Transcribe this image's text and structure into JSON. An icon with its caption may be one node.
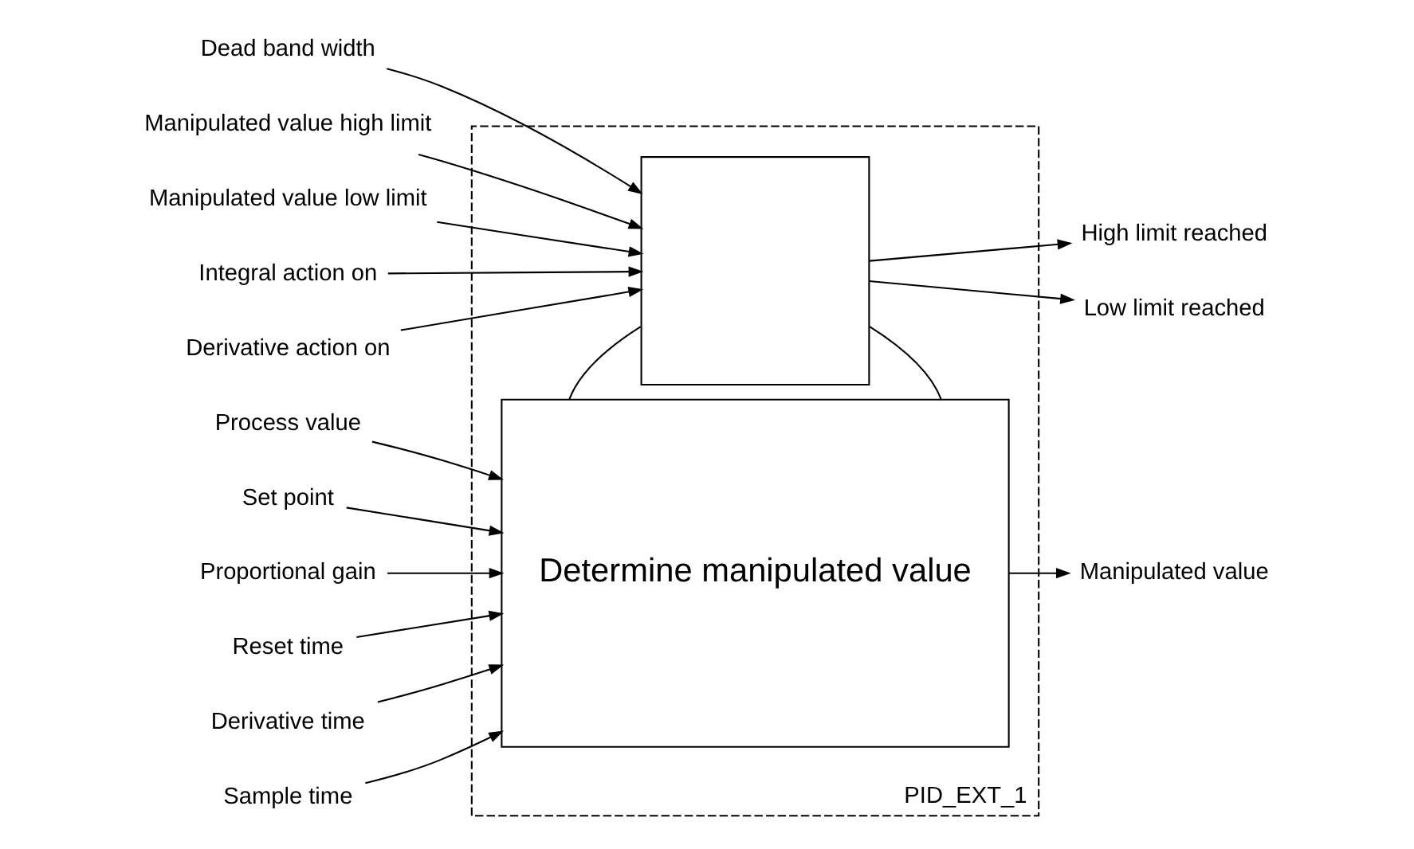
{
  "diagram": {
    "nodes": [
      {
        "text": [
          "PID_EXT_1"
        ]
      },
      {
        "text": [],
        "shape": "box",
        "in": 0
      },
      {
        "text": [
          "Determine manipulated value"
        ],
        "in": 0
      },
      {
        "text": [
          "Dead band width"
        ]
      },
      {
        "text": [
          "Manipulated value high limit"
        ]
      },
      {
        "text": [
          "Manipulated value low limit"
        ]
      },
      {
        "text": [
          "Integral action on"
        ]
      },
      {
        "text": [
          "Derivative action on"
        ]
      },
      {
        "text": [
          "Process value"
        ]
      },
      {
        "text": [
          "Set point"
        ]
      },
      {
        "text": [
          "Proportional gain"
        ]
      },
      {
        "text": [
          "Reset time"
        ]
      },
      {
        "text": [
          "Derivative time"
        ]
      },
      {
        "text": [
          "Sample time"
        ]
      },
      {
        "text": [
          "High limit reached"
        ]
      },
      {
        "text": [
          "Low limit reached"
        ]
      },
      {
        "text": [
          "Manipulated value"
        ]
      }
    ],
    "edges": [
      {
        "from": 3,
        "to": 1,
        "arrow": "to"
      },
      {
        "from": 4,
        "to": 1,
        "arrow": "to"
      },
      {
        "from": 5,
        "to": 1,
        "arrow": "to"
      },
      {
        "from": 6,
        "to": 1,
        "arrow": "to"
      },
      {
        "from": 7,
        "to": 1,
        "arrow": "to"
      },
      {
        "from": 1,
        "to": 2,
        "arrow": "none"
      },
      {
        "from": 1,
        "to": 2,
        "arrow": "none"
      },
      {
        "from": 8,
        "to": 2,
        "arrow": "to"
      },
      {
        "from": 9,
        "to": 2,
        "arrow": "to"
      },
      {
        "from": 10,
        "to": 2,
        "arrow": "to"
      },
      {
        "from": 11,
        "to": 2,
        "arrow": "to"
      },
      {
        "from": 12,
        "to": 2,
        "arrow": "to"
      },
      {
        "from": 13,
        "to": 2,
        "arrow": "to"
      },
      {
        "from": 1,
        "to": 14,
        "arrow": "to"
      },
      {
        "from": 1,
        "to": 15,
        "arrow": "to"
      },
      {
        "from": 2,
        "to": 16,
        "arrow": "to"
      }
    ]
  }
}
